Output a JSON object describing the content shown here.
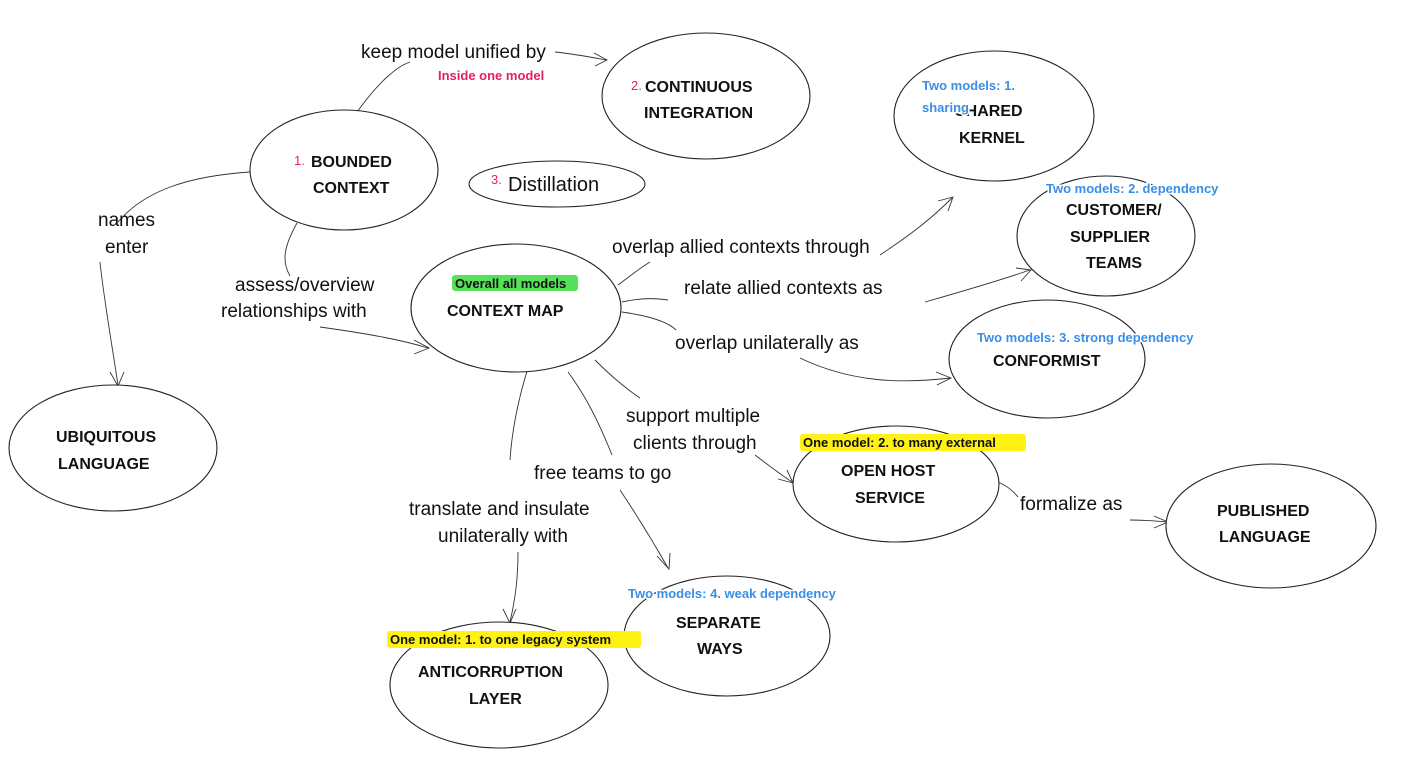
{
  "nodes": {
    "bounded_context": {
      "num": "1.",
      "line1": "Bounded",
      "line2": "Context"
    },
    "continuous_integration": {
      "num": "2.",
      "line1": "Continuous",
      "line2": "Integration"
    },
    "distillation": {
      "num": "3.",
      "label": "Distillation"
    },
    "shared_kernel": {
      "line1": "Shared",
      "line2": "Kernel",
      "note": "Two models: 1. sharing",
      "note_line1": "Two models: 1.",
      "note_line2": "sharing"
    },
    "customer_supplier": {
      "line1": "Customer/",
      "line2": "Supplier",
      "line3": "Teams",
      "note": "Two models: 2. dependency"
    },
    "context_map": {
      "line1": "Context Map",
      "note": "Overall all models"
    },
    "conformist": {
      "line1": "Conformist",
      "note": "Two models: 3. strong dependency"
    },
    "ubiquitous_language": {
      "line1": "Ubiquitous",
      "line2": "Language"
    },
    "open_host_service": {
      "line1": "Open Host",
      "line2": "Service",
      "note": "One model: 2. to many external"
    },
    "published_language": {
      "line1": "Published",
      "line2": "Language"
    },
    "separate_ways": {
      "line1": "Separate",
      "line2": "Ways",
      "note": "Two models: 4. weak dependency"
    },
    "anticorruption_layer": {
      "line1": "Anticorruption",
      "line2": "Layer",
      "note": "One model: 1. to one legacy system"
    }
  },
  "edges": {
    "keep_unified": "keep model unified by",
    "inside_one_model": "Inside one model",
    "names_enter_1": "names",
    "names_enter_2": "enter",
    "assess_1": "assess/overview",
    "assess_2": "relationships with",
    "overlap_allied": "overlap allied contexts through",
    "relate_allied": "relate allied contexts as",
    "overlap_unilaterally": "overlap unilaterally as",
    "support_1": "support multiple",
    "support_2": "clients through",
    "free_teams": "free teams to go",
    "translate_1": "translate and insulate",
    "translate_2": "unilaterally with",
    "formalize": "formalize as"
  }
}
